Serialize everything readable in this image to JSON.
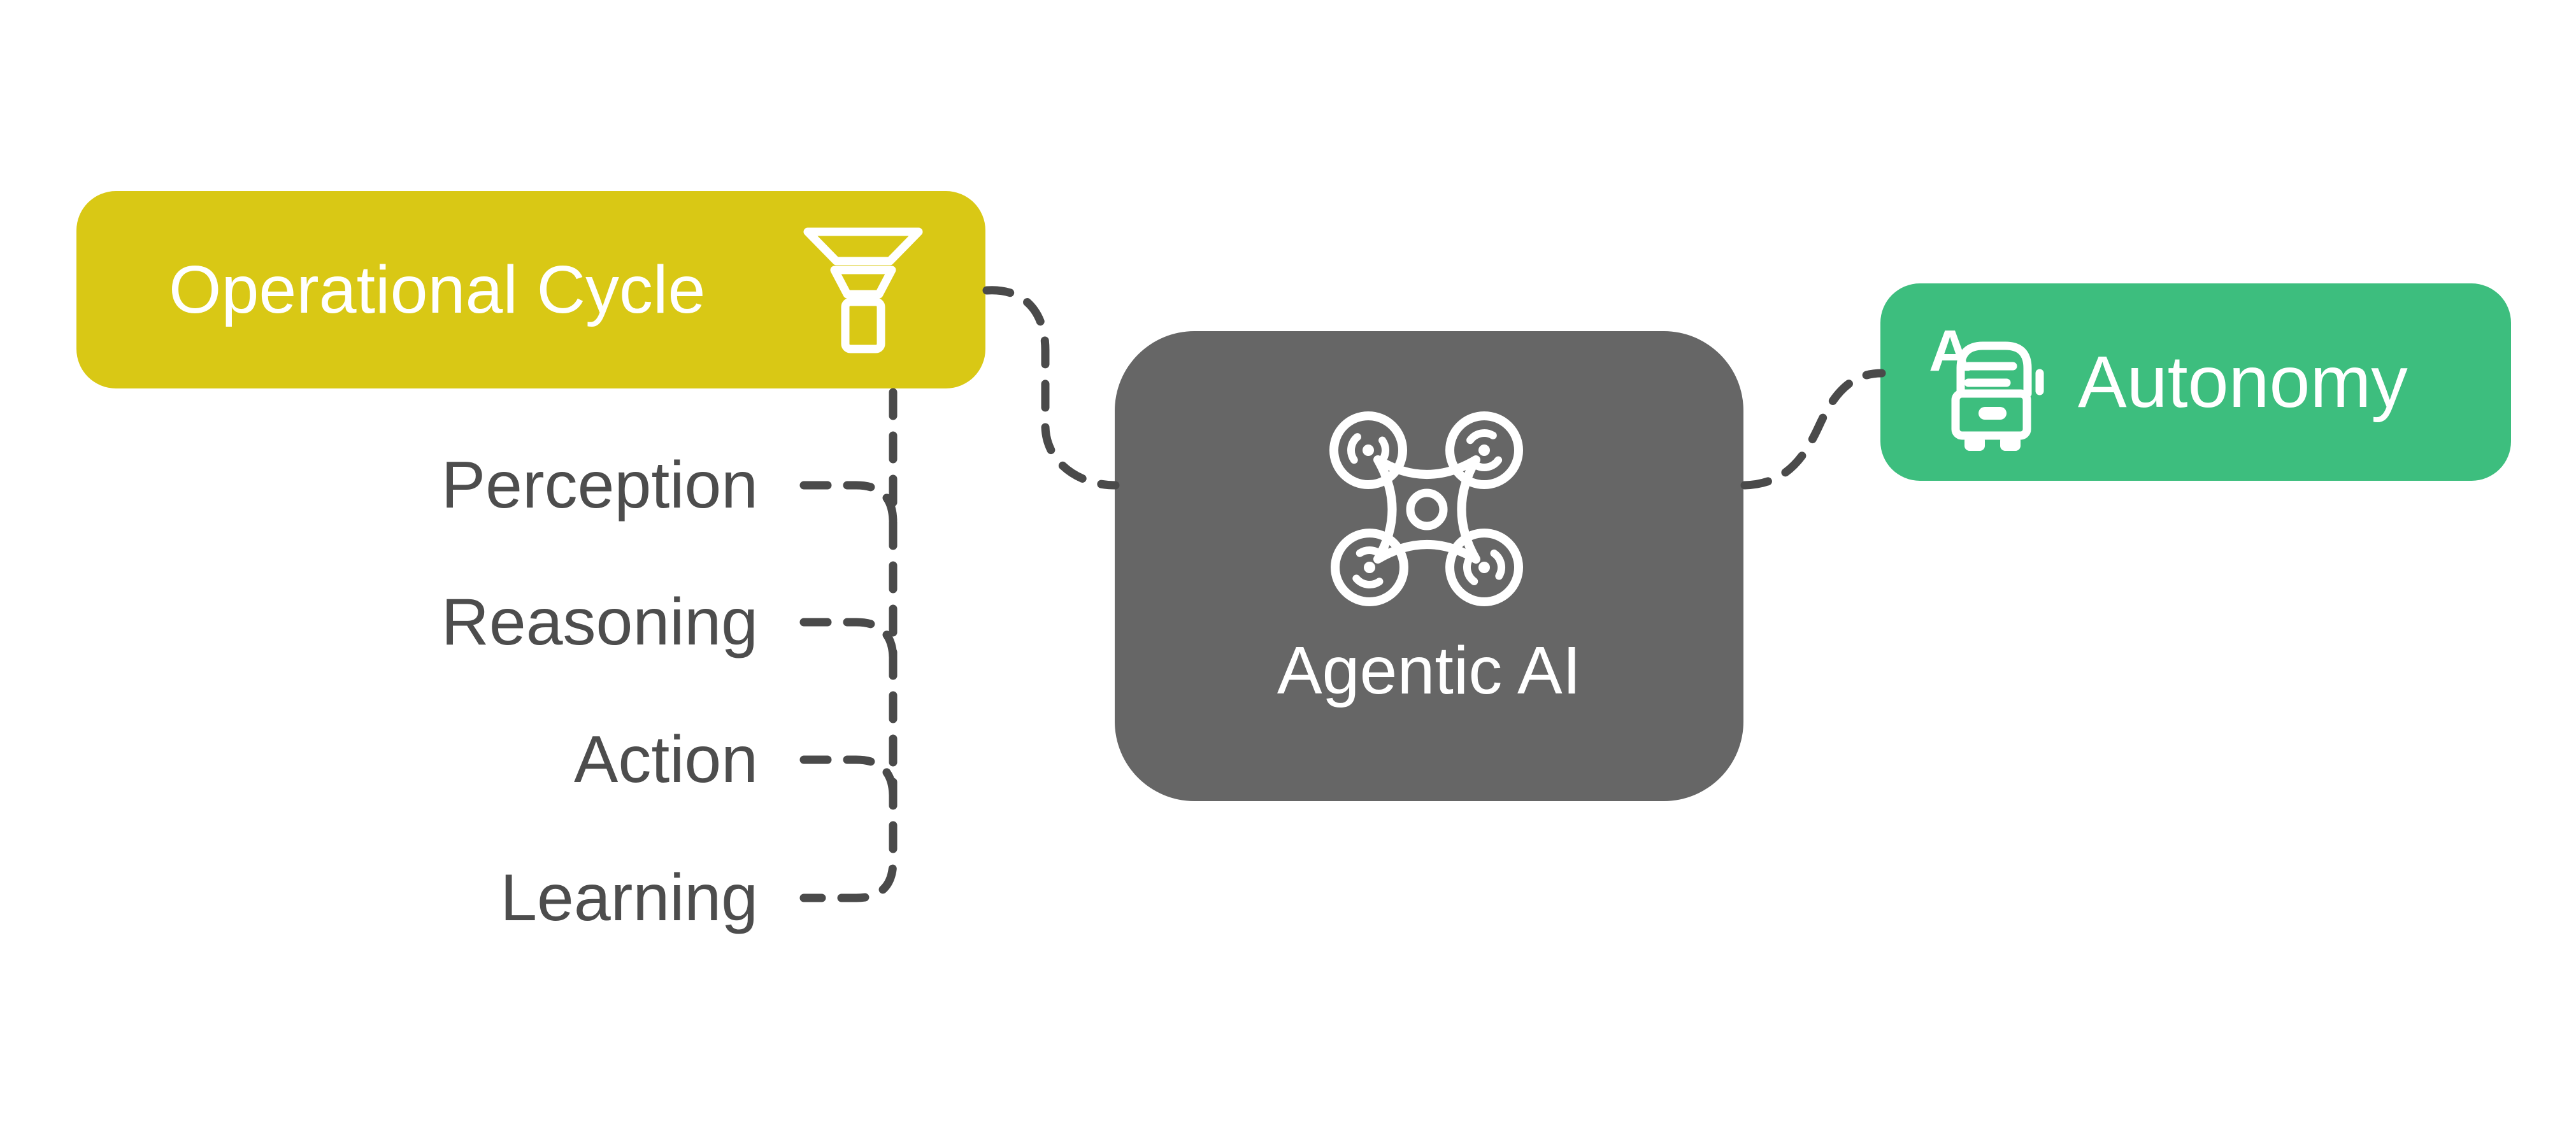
{
  "nodes": {
    "cycle": {
      "label": "Operational Cycle",
      "color": "#d9c815",
      "icon": "funnel-icon",
      "items": [
        "Perception",
        "Reasoning",
        "Action",
        "Learning"
      ]
    },
    "core": {
      "label": "Agentic AI",
      "color": "#666666",
      "icon": "drone-icon"
    },
    "autonomy": {
      "label": "Autonomy",
      "color": "#3dbe7e",
      "icon": "autonomous-vehicle-icon",
      "icon_letter": "A"
    }
  },
  "colors": {
    "canvas-bg": "#ffffff",
    "node-yellow": "#d9c815",
    "node-gray": "#666666",
    "node-green": "#3dbe7e",
    "connector": "#4a4a4a",
    "list-text": "#4d4d4d",
    "node-text": "#ffffff"
  }
}
